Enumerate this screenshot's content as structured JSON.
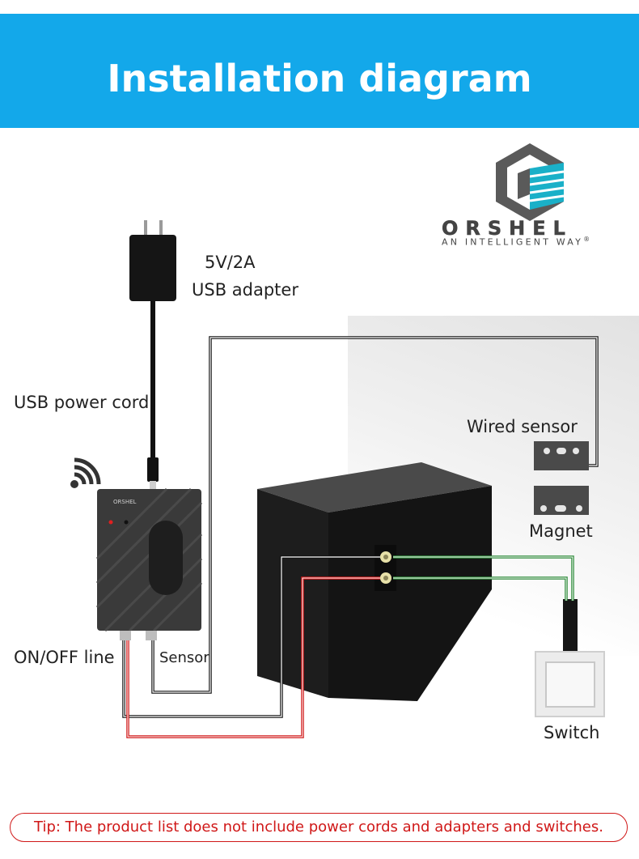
{
  "header": {
    "title": "Installation diagram"
  },
  "brand": {
    "name": "ORSHEL",
    "tagline": "AN INTELLIGENT WAY",
    "registered": "®"
  },
  "labels": {
    "adapter_voltage": "5V/2A",
    "adapter_name": "USB adapter",
    "power_cord": "USB power cord",
    "wired_sensor": "Wired sensor",
    "magnet": "Magnet",
    "onoff_line": "ON/OFF line",
    "sensor_port": "Sensor",
    "switch": "Switch"
  },
  "tip": "Tip: The product list does not include power cords and adapters and switches.",
  "colors": {
    "header": "#13a8ea",
    "wire_red": "#d01818",
    "wire_green": "#2e8b3a",
    "wire_black": "#111111",
    "device": "#3b3b3b",
    "tip_border": "#d01818"
  }
}
